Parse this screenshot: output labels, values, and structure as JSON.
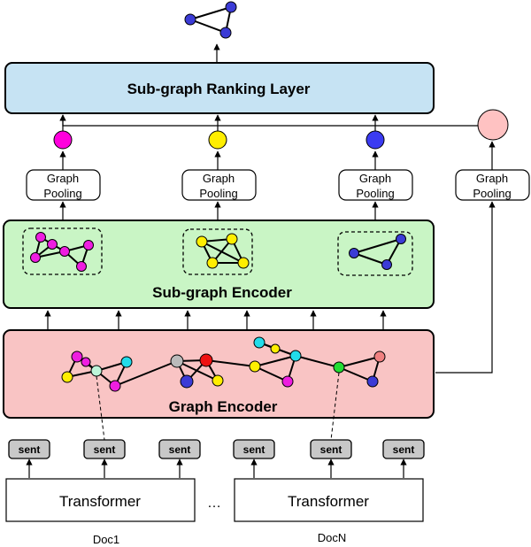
{
  "layers": {
    "ranking": "Sub-graph Ranking Layer",
    "subgraph_encoder": "Sub-graph Encoder",
    "graph_encoder": "Graph Encoder"
  },
  "pooling": {
    "line1": "Graph",
    "line2": "Pooling"
  },
  "sentence_label": "sent",
  "transformer_label": "Transformer",
  "ellipsis": "…",
  "docs": [
    "Doc1",
    "DocN"
  ],
  "colors": {
    "ranking_fill": "#c6e3f3",
    "subgraph_fill": "#c9f5c5",
    "graph_fill": "#f9c4c4",
    "sent_fill": "#c8c8c8",
    "pooled_magenta": "#ff00dd",
    "pooled_yellow": "#ffee00",
    "pooled_blue": "#3b3bf2",
    "pooled_pink": "#ffc2c2",
    "node_magenta": "#ee1ee0",
    "node_yellow": "#ffee00",
    "node_blue": "#3b3bd6",
    "node_cyan": "#22dcea",
    "node_green": "#22dd33",
    "node_red": "#ee1111",
    "node_gray": "#bbbbbb",
    "node_lightgreen": "#bdf5d9",
    "node_salmon": "#f08080"
  }
}
